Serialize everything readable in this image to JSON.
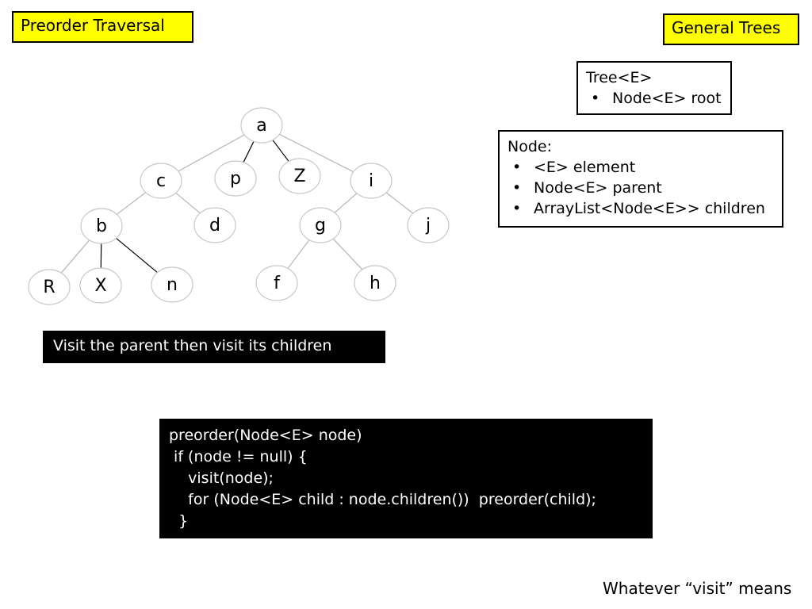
{
  "slide": {
    "title": "Preorder Traversal",
    "section": "General Trees"
  },
  "tree_box": {
    "heading": "Tree<E>",
    "items": [
      "Node<E> root"
    ]
  },
  "node_box": {
    "heading": "Node:",
    "items": [
      "<E> element",
      "Node<E> parent",
      "ArrayList<Node<E>> children"
    ]
  },
  "tree": {
    "nodes": [
      {
        "id": "a",
        "label": "a"
      },
      {
        "id": "c",
        "label": "c"
      },
      {
        "id": "p",
        "label": "p"
      },
      {
        "id": "Z",
        "label": "Z"
      },
      {
        "id": "i",
        "label": "i"
      },
      {
        "id": "b",
        "label": "b"
      },
      {
        "id": "d",
        "label": "d"
      },
      {
        "id": "g",
        "label": "g"
      },
      {
        "id": "j",
        "label": "j"
      },
      {
        "id": "R",
        "label": "R"
      },
      {
        "id": "X",
        "label": "X"
      },
      {
        "id": "n",
        "label": "n"
      },
      {
        "id": "f",
        "label": "f"
      },
      {
        "id": "h",
        "label": "h"
      }
    ],
    "edges": [
      [
        "a",
        "c"
      ],
      [
        "a",
        "p"
      ],
      [
        "a",
        "Z"
      ],
      [
        "a",
        "i"
      ],
      [
        "c",
        "b"
      ],
      [
        "c",
        "d"
      ],
      [
        "i",
        "g"
      ],
      [
        "i",
        "j"
      ],
      [
        "b",
        "R"
      ],
      [
        "b",
        "X"
      ],
      [
        "b",
        "n"
      ],
      [
        "g",
        "f"
      ],
      [
        "g",
        "h"
      ]
    ]
  },
  "caption": "Visit the parent then visit its children",
  "code": {
    "lines": [
      "preorder(Node<E> node)",
      " if (node != null) {",
      "    visit(node);",
      "    for (Node<E> child : node.children())  preorder(child);",
      "  }"
    ]
  },
  "footer": "Whatever “visit” means"
}
